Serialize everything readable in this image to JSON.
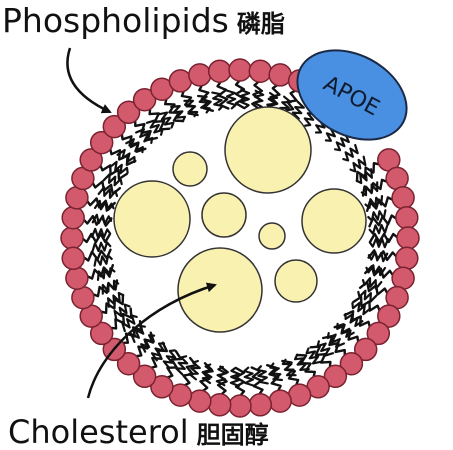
{
  "labels": {
    "phospholipids": {
      "text": "Phospholipids",
      "cjk": "磷脂"
    },
    "cholesterol": {
      "text": "Cholesterol",
      "cjk": "胆固醇"
    },
    "apoe": "APOE"
  },
  "colors": {
    "head": "#d25a6c",
    "head_stroke": "#7a2230",
    "tail": "#111111",
    "cholesterol_fill": "#f9f1b0",
    "cholesterol_stroke": "#333333",
    "apoe_fill": "#4a90e2",
    "apoe_stroke": "#1b2a44",
    "arrow": "#111111"
  },
  "icons": {
    "head": "phospholipid-head-icon",
    "tail": "lipid-tail-icon",
    "droplet": "cholesterol-droplet-icon",
    "arrow": "pointer-arrow-icon",
    "protein": "apoe-protein-icon"
  }
}
